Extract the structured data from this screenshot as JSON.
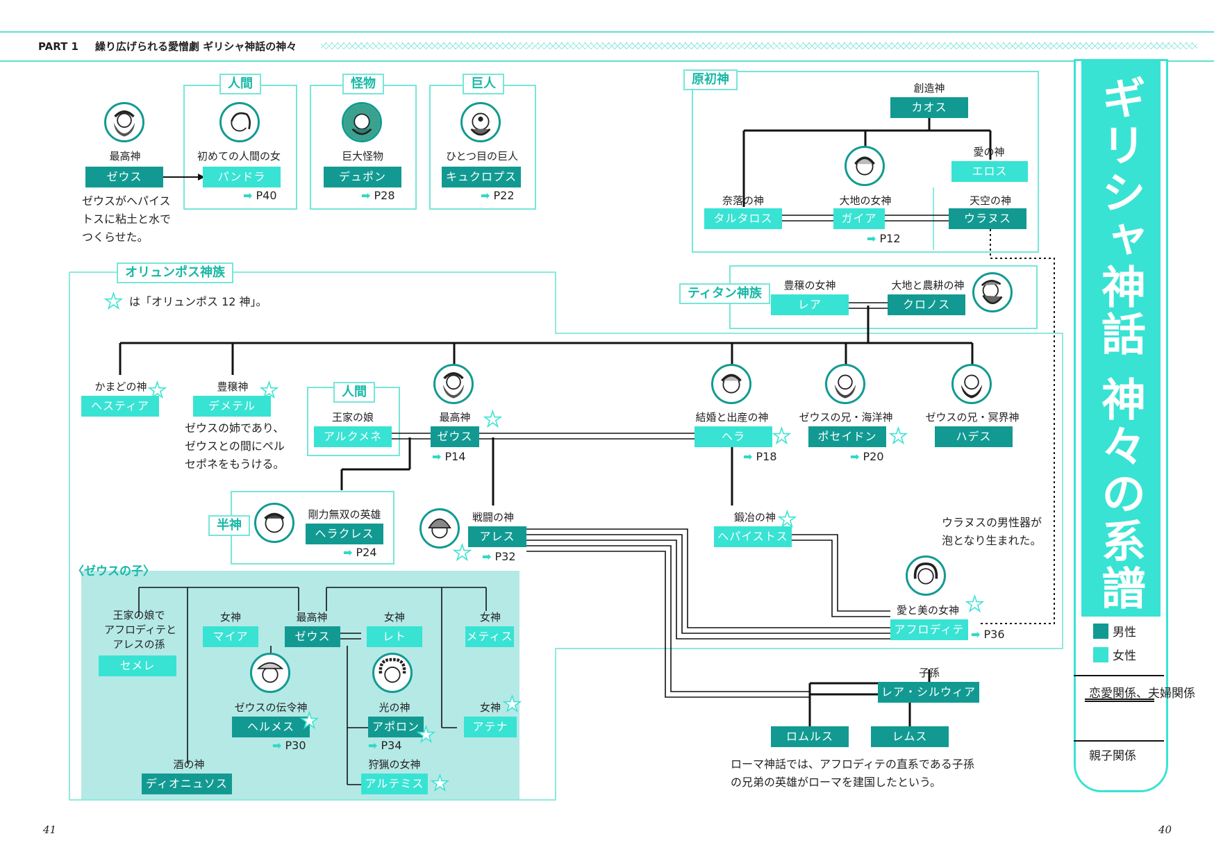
{
  "header": {
    "part": "PART 1",
    "title": "繰り広げられる愛憎劇 ギリシャ神話の神々"
  },
  "vertical_title": "ギリシャ神話 神々の系譜",
  "legend": {
    "male": "男性",
    "female": "女性",
    "love": "恋愛関係、夫婦関係",
    "parent": "親子関係"
  },
  "colors": {
    "male": "#129a92",
    "female": "#38e3d3",
    "accent": "#76e6d9"
  },
  "page_numbers": {
    "left": "41",
    "right": "40"
  },
  "top": {
    "zeus_label": "最高神",
    "zeus": "ゼウス",
    "zeus_note": [
      "ゼウスがヘパイス",
      "トスに粘土と水で",
      "つくらせた。"
    ],
    "human_tag": "人間",
    "pandora_label": "初めての人間の女",
    "pandora": "パンドラ",
    "pandora_ref": "P40",
    "monster_tag": "怪物",
    "typhon_label": "巨大怪物",
    "typhon": "デュポン",
    "typhon_ref": "P28",
    "giant_tag": "巨人",
    "cyclops_label": "ひとつ目の巨人",
    "cyclops": "キュクロプス",
    "cyclops_ref": "P22"
  },
  "primordial": {
    "tag": "原初神",
    "chaos_label": "創造神",
    "chaos": "カオス",
    "eros_label": "愛の神",
    "eros": "エロス",
    "tartarus_label": "奈落の神",
    "tartarus": "タルタロス",
    "gaia_label": "大地の女神",
    "gaia": "ガイア",
    "gaia_ref": "P12",
    "uranus_label": "天空の神",
    "uranus": "ウラヌス"
  },
  "titan": {
    "tag": "ティタン神族",
    "rhea_label": "豊穣の女神",
    "rhea": "レア",
    "cronus_label": "大地と農耕の神",
    "cronus": "クロノス"
  },
  "olympus": {
    "tag": "オリュンポス神族",
    "star_note": "は「オリュンポス 12 神」。",
    "hestia_label": "かまどの神",
    "hestia": "ヘスティア",
    "demeter_label": "豊穣神",
    "demeter": "デメテル",
    "demeter_note": [
      "ゼウスの姉であり、",
      "ゼウスとの間にペル",
      "セポネをもうける。"
    ],
    "human_tag": "人間",
    "alcmene_label": "王家の娘",
    "alcmene": "アルクメネ",
    "zeus_label": "最高神",
    "zeus": "ゼウス",
    "zeus_ref": "P14",
    "hera_label": "結婚と出産の神",
    "hera": "ヘラ",
    "hera_ref": "P18",
    "poseidon_label": "ゼウスの兄・海洋神",
    "poseidon": "ポセイドン",
    "poseidon_ref": "P20",
    "hades_label": "ゼウスの兄・冥界神",
    "hades": "ハデス",
    "demigod_tag": "半神",
    "heracles_label": "剛力無双の英雄",
    "heracles": "ヘラクレス",
    "heracles_ref": "P24",
    "ares_label": "戦闘の神",
    "ares": "アレス",
    "ares_ref": "P32",
    "hephaestus_label": "鍛冶の神",
    "hephaestus": "ヘパイストス",
    "uranus_note": [
      "ウラヌスの男性器が",
      "泡となり生まれた。"
    ],
    "aphrodite_label": "愛と美の女神",
    "aphrodite": "アフロディテ",
    "aphrodite_ref": "P36",
    "descendant_label": "子孫",
    "rhea_silvia": "レア・シルウィア",
    "romulus": "ロムルス",
    "remus": "レムス",
    "rome_note": [
      "ローマ神話では、アフロディテの直系である子孫",
      "の兄弟の英雄がローマを建国したという。"
    ]
  },
  "children": {
    "tag": "〈ゼウスの子〉",
    "semele_label": [
      "王家の娘で",
      "アフロディテと",
      "アレスの孫"
    ],
    "semele": "セメレ",
    "maia_label": "女神",
    "maia": "マイア",
    "zeus_label": "最高神",
    "zeus": "ゼウス",
    "leto_label": "女神",
    "leto": "レト",
    "metis_label": "女神",
    "metis": "メティス",
    "hermes_label": "ゼウスの伝令神",
    "hermes": "ヘルメス",
    "hermes_ref": "P30",
    "apollo_label": "光の神",
    "apollo": "アポロン",
    "apollo_ref": "P34",
    "athena_label": "女神",
    "athena": "アテナ",
    "artemis_label": "狩猟の女神",
    "artemis": "アルテミス",
    "dionysus_label": "酒の神",
    "dionysus": "ディオニュソス"
  }
}
